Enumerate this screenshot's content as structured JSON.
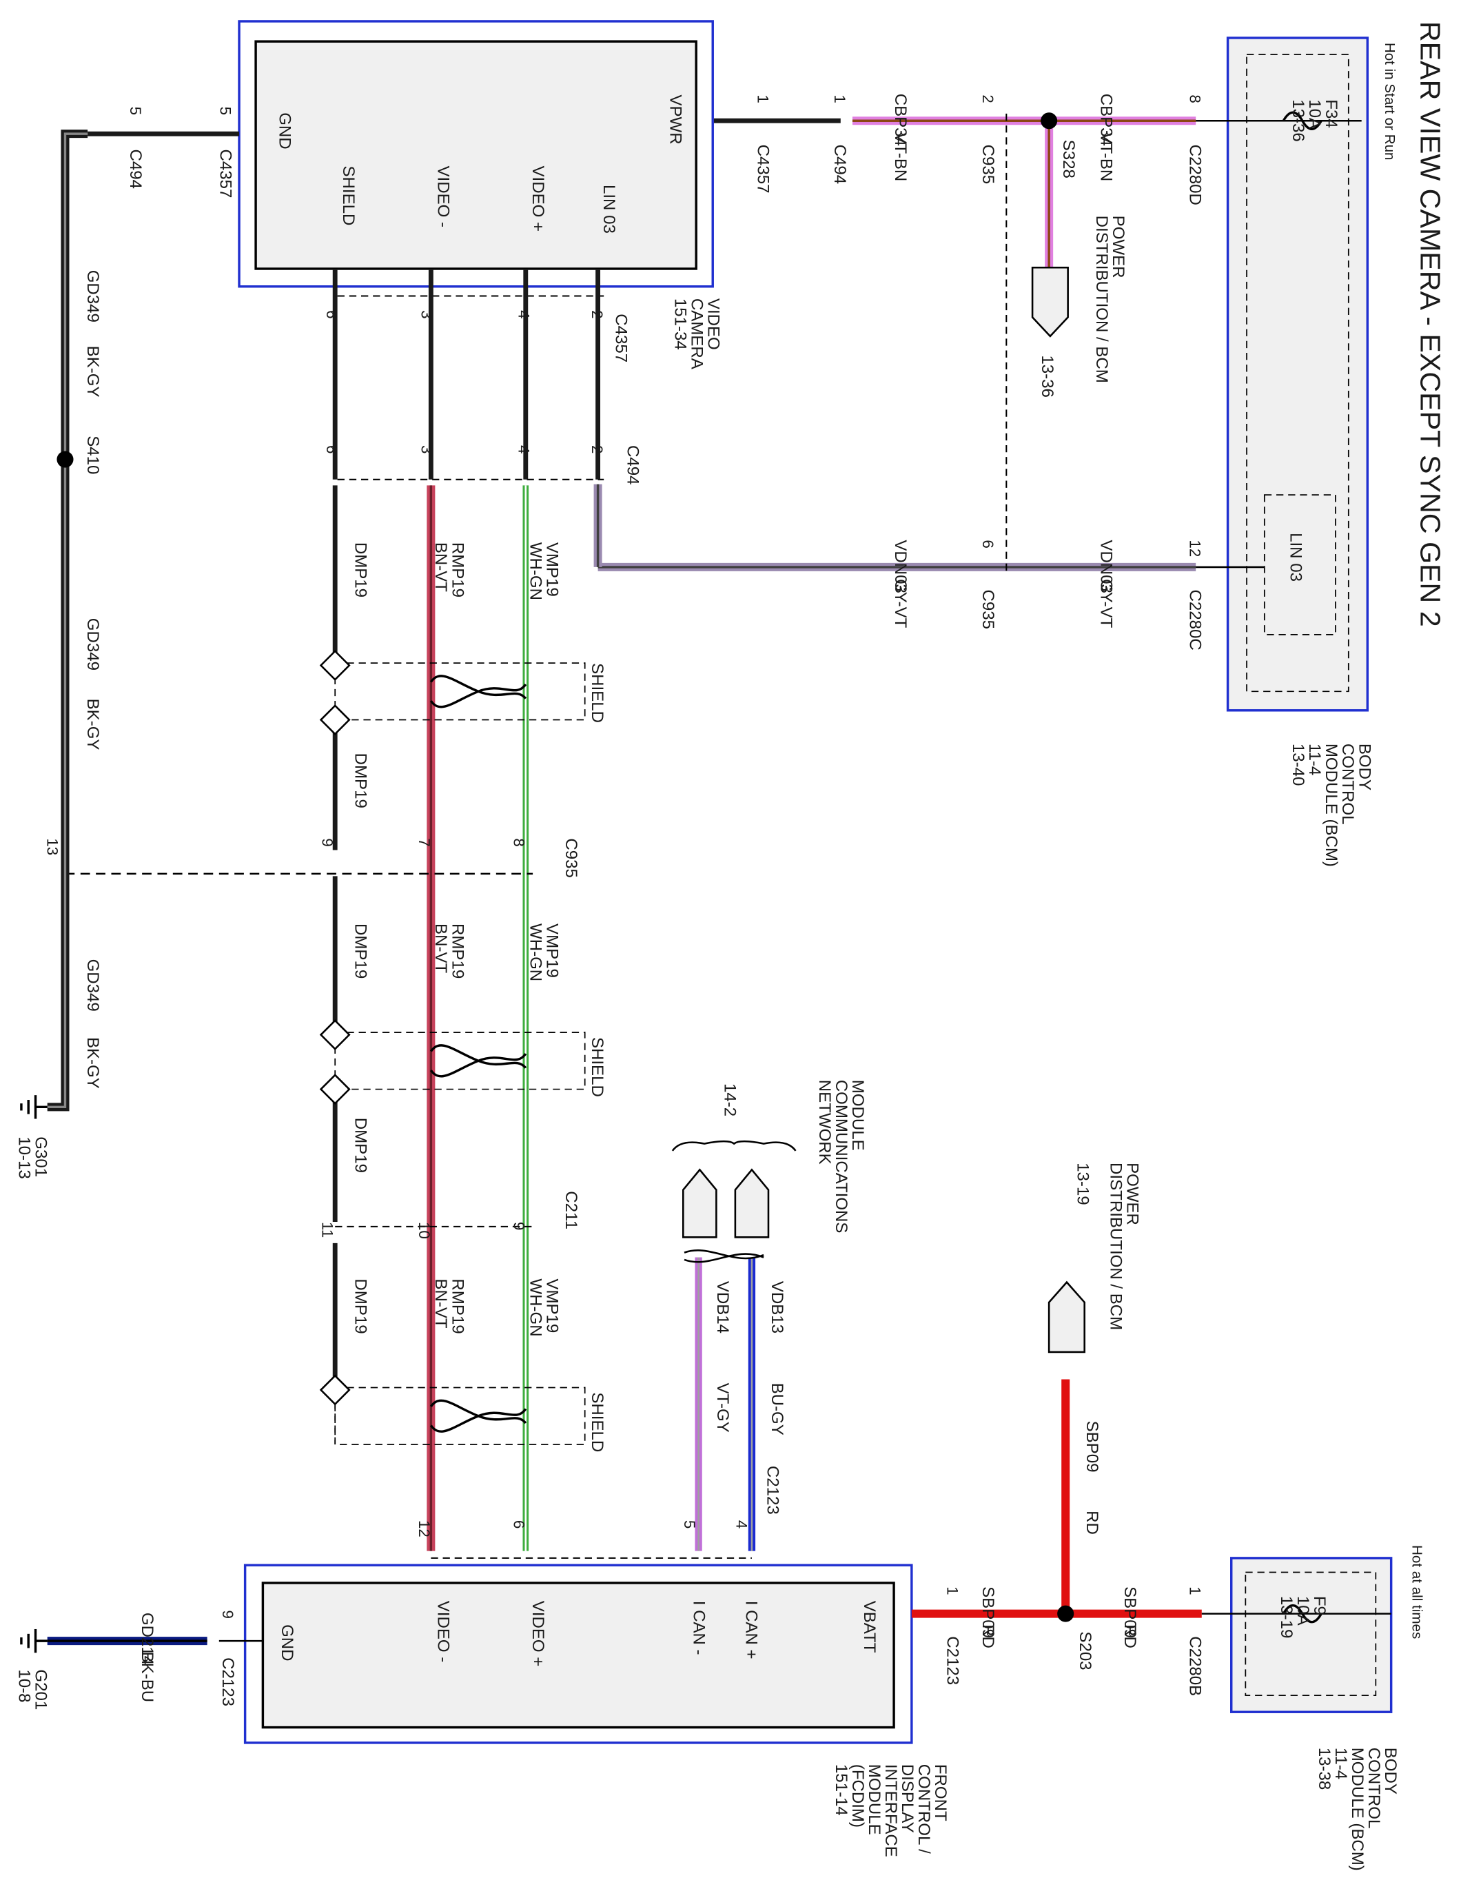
{
  "title": "REAR VIEW CAMERA - EXCEPT SYNC GEN 2",
  "colors": {
    "vt_bn": "#e080e0",
    "vt_bn_core": "#8b4513",
    "gy_vt": "#9a8ab0",
    "gy_vt_core": "#404040",
    "wh_gn": "#3fae3f",
    "bn_vt": "#c8435c",
    "bk_gy": "#1a1a1a",
    "rd": "#e01010",
    "bu_gy": "#1a2ad0",
    "vt_gy": "#c070d8",
    "bk_bu": "#0a1a80",
    "module_border": "#2030d0",
    "module_fill": "#f0f0f0"
  },
  "modules": {
    "camera": {
      "pins": {
        "vpwr": "VPWR",
        "lin": "LIN 03",
        "video_p": "VIDEO +",
        "video_n": "VIDEO -",
        "shield": "SHIELD",
        "gnd": "GND"
      },
      "name_lines": [
        "VIDEO",
        "CAMERA",
        "151-34"
      ]
    },
    "bcm_top": {
      "hot": "Hot in Start or Run",
      "fuse": [
        "F34",
        "10A",
        "13-36"
      ],
      "lin": "LIN 03",
      "name_lines": [
        "BODY",
        "CONTROL",
        "MODULE (BCM)",
        "11-4",
        "13-40"
      ]
    },
    "bcm_bottom": {
      "hot": "Hot at all times",
      "fuse": [
        "F9",
        "10A",
        "13-19"
      ],
      "name_lines": [
        "BODY",
        "CONTROL",
        "MODULE (BCM)",
        "11-4",
        "13-38"
      ]
    },
    "fcdim": {
      "pins": {
        "vbatt": "VBATT",
        "ican_p": "I CAN +",
        "ican_n": "I CAN -",
        "video_p": "VIDEO +",
        "video_n": "VIDEO -",
        "gnd": "GND"
      },
      "name_lines": [
        "FRONT",
        "CONTROL /",
        "DISPLAY",
        "INTERFACE",
        "MODULE",
        "(FCDIM)",
        "151-14"
      ]
    }
  },
  "connectors": {
    "c4357": "C4357",
    "c494": "C494",
    "c935": "C935",
    "c2280d": "C2280D",
    "c2280c": "C2280C",
    "c2280b": "C2280B",
    "c211": "C211",
    "c2123": "C2123",
    "s328": "S328",
    "s410": "S410",
    "s203": "S203"
  },
  "pins": {
    "p1": "1",
    "p2": "2",
    "p3": "3",
    "p4": "4",
    "p5": "5",
    "p6": "6",
    "p7": "7",
    "p8": "8",
    "p9": "9",
    "p10": "10",
    "p11": "11",
    "p12": "12",
    "p13": "13"
  },
  "circuits": {
    "cbp34": "CBP34",
    "vt_bn": "VT-BN",
    "vdn03": "VDN03",
    "gy_vt": "GY-VT",
    "vmp19": "VMP19",
    "wh_gn": "WH-GN",
    "rmp19": "RMP19",
    "bn_vt": "BN-VT",
    "dmp19": "DMP19",
    "gd349": "GD349",
    "bk_gy": "BK-GY",
    "sbp09": "SBP09",
    "rd": "RD",
    "vdb13": "VDB13",
    "bu_gy": "BU-GY",
    "vdb14": "VDB14",
    "vt_gy": "VT-GY",
    "gd214": "GD214",
    "bk_bu": "BK-BU"
  },
  "shield_label": "SHIELD",
  "refs": {
    "power_dist_1336": [
      "POWER",
      "DISTRIBUTION / BCM",
      "13-36"
    ],
    "power_dist_1319": [
      "POWER",
      "DISTRIBUTION / BCM",
      "13-19"
    ],
    "module_network": [
      "MODULE",
      "COMMUNICATIONS",
      "NETWORK"
    ],
    "module_network_page": "14-2"
  },
  "grounds": {
    "g301": [
      "G301",
      "10-13"
    ],
    "g201": [
      "G201",
      "10-8"
    ]
  }
}
